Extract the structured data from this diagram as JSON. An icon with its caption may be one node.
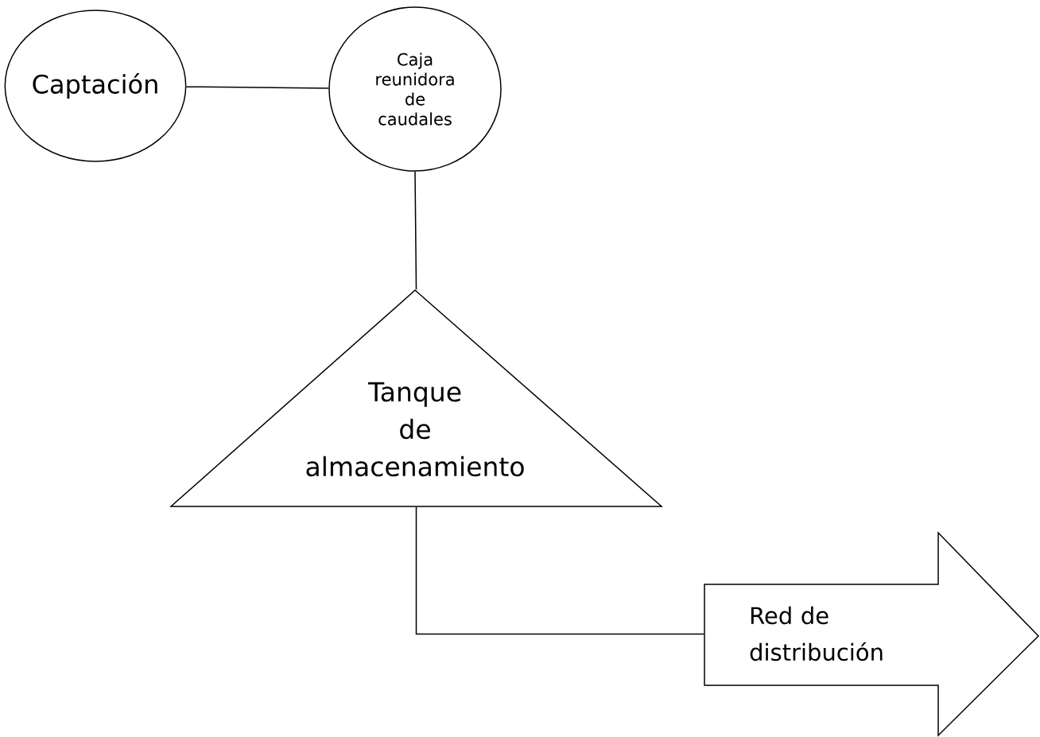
{
  "diagram": {
    "nodes": [
      {
        "text": [
          "Captación"
        ]
      },
      {
        "text": [
          "Caja reunidora de caudales"
        ]
      },
      {
        "text": [
          "Tanque de almacenamiento"
        ]
      },
      {
        "text": [
          "Red de distribución"
        ]
      }
    ],
    "edges": [
      {
        "from": 0,
        "to": 1,
        "arrow": "none"
      },
      {
        "from": 1,
        "to": 2,
        "arrow": "none"
      },
      {
        "from": 2,
        "to": 3,
        "arrow": "none"
      }
    ]
  }
}
